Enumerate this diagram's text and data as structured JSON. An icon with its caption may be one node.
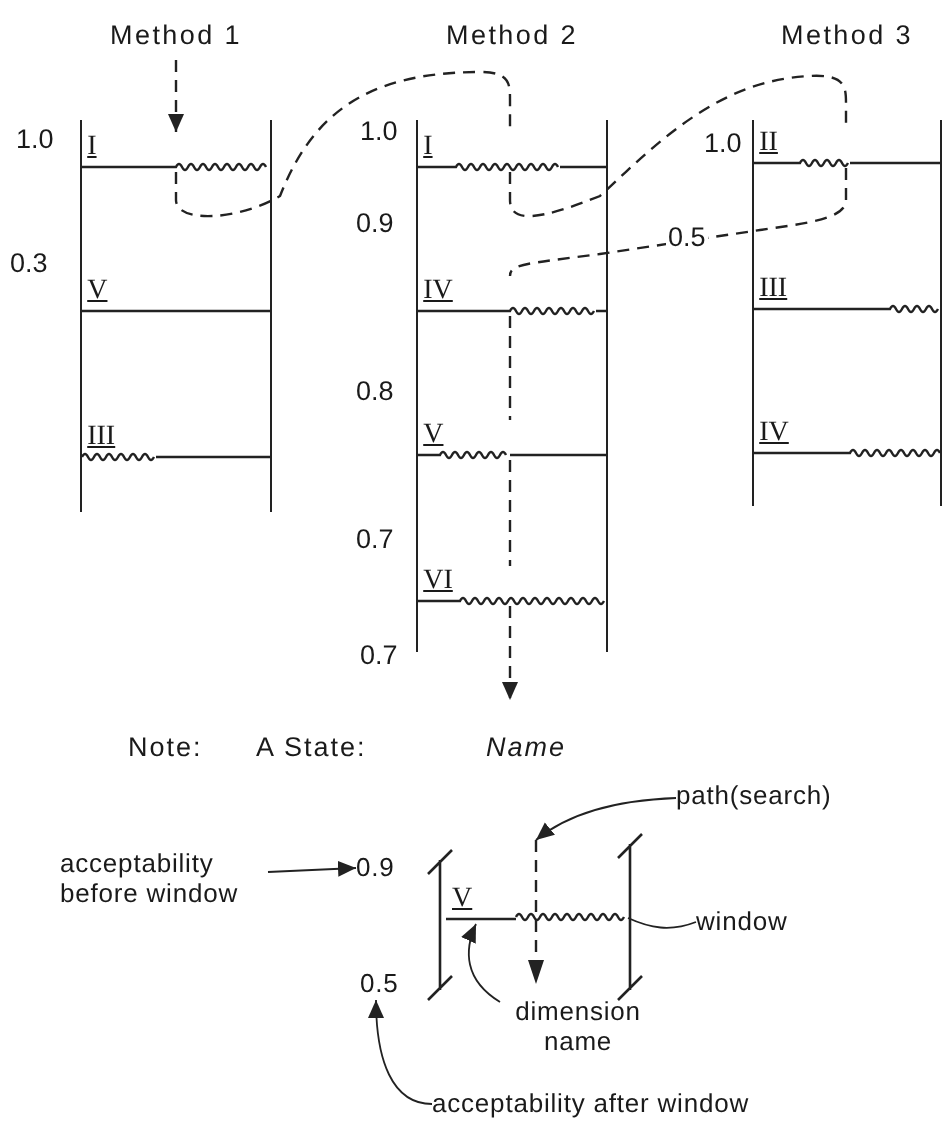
{
  "diagram": {
    "nodes": [
      {
        "text": [
          "Method 1"
        ]
      },
      {
        "text": [
          "I"
        ],
        "in": 0
      },
      {
        "text": [
          "V"
        ],
        "in": 0
      },
      {
        "text": [
          "III"
        ],
        "in": 0
      },
      {
        "text": [
          "Method 2"
        ]
      },
      {
        "text": [
          "I"
        ],
        "in": 4
      },
      {
        "text": [
          "IV"
        ],
        "in": 4
      },
      {
        "text": [
          "V"
        ],
        "in": 4
      },
      {
        "text": [
          "VI"
        ],
        "in": 4
      },
      {
        "text": [
          "Method 3"
        ]
      },
      {
        "text": [
          "II"
        ],
        "in": 9
      },
      {
        "text": [
          "III"
        ],
        "in": 9
      },
      {
        "text": [
          "IV"
        ],
        "in": 9
      },
      {
        "text": [
          "V"
        ]
      },
      {
        "text": [
          "acceptability before window"
        ]
      },
      {
        "text": [
          "0.9"
        ]
      },
      {
        "text": [
          "path(search)"
        ]
      },
      {
        "text": [],
        "shape": "line"
      },
      {
        "text": [
          "window"
        ]
      },
      {
        "text": [],
        "shape": "line",
        "in": 13
      },
      {
        "text": [
          "dimension name"
        ]
      },
      {
        "text": [
          "0.5"
        ]
      },
      {
        "text": [
          "acceptability after window"
        ]
      }
    ],
    "edges": [
      {
        "from": null,
        "to": 1,
        "arrow": "to",
        "style": "dashed"
      },
      {
        "from": 1,
        "to": 5,
        "arrow": "none",
        "style": "dashed"
      },
      {
        "from": 5,
        "to": 10,
        "arrow": "none",
        "style": "dashed"
      },
      {
        "from": 10,
        "to": 6,
        "arrow": "none",
        "style": "dashed",
        "label": "0.5"
      },
      {
        "from": 6,
        "to": 7,
        "arrow": "none",
        "style": "dashed"
      },
      {
        "from": 7,
        "to": 8,
        "arrow": "none",
        "style": "dashed"
      },
      {
        "from": 8,
        "to": null,
        "arrow": "to",
        "style": "dashed"
      },
      {
        "from": 14,
        "to": 15,
        "arrow": "to"
      },
      {
        "from": 16,
        "to": 17,
        "arrow": "to"
      },
      {
        "from": 18,
        "to": 19,
        "arrow": "none"
      },
      {
        "from": 20,
        "to": 13,
        "arrow": "to"
      },
      {
        "from": 22,
        "to": 21,
        "arrow": "to"
      }
    ],
    "labels": [
      "1.0",
      "0.3",
      "1.0",
      "0.9",
      "0.8",
      "0.7",
      "0.7",
      "1.0",
      "Note:",
      "A State:",
      "Name"
    ]
  }
}
